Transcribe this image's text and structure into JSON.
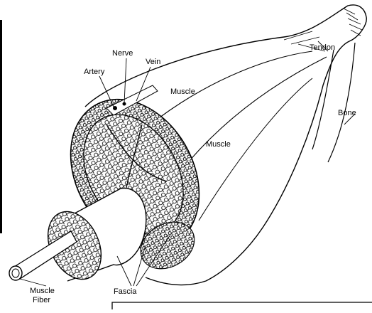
{
  "labels": {
    "nerve": "Nerve",
    "vein": "Vein",
    "artery": "Artery",
    "muscle_upper": "Muscle",
    "muscle_middle": "Muscle",
    "tendon": "Tendon",
    "bone": "Bone",
    "muscle_fiber_line1": "Muscle",
    "muscle_fiber_line2": "Fiber",
    "fascia": "Fascia"
  },
  "colors": {
    "line": "#000000",
    "background": "#ffffff"
  }
}
